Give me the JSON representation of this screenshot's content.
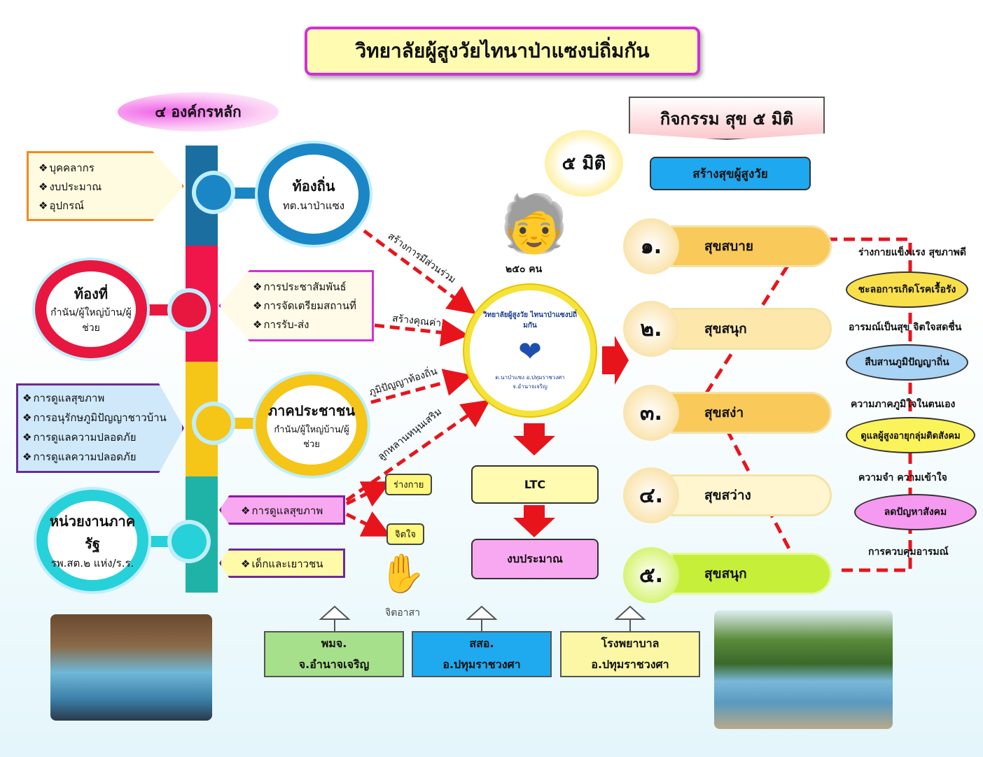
{
  "title": "วิทยาลัยผู้สูงวัยไทนาป่าแซงบ่ถิ่มกัน",
  "core_label": "๔ องค์กรหลัก",
  "activities_label": "กิจกรรม สุข ๕ มิติ",
  "five_dim_badge": "๕ มิติ",
  "build_happiness": "สร้างสุขผู้สูงวัย",
  "members": "๒๕๐ คน",
  "orgs": [
    {
      "title": "ท้องถิ่น",
      "sub": "ทต.นาป่าแซง",
      "color": "#1b86c6"
    },
    {
      "title": "ท้องที่",
      "sub": "กำนัน/ผู้ใหญ่บ้าน/ผู้ช่วย",
      "color": "#e8173f"
    },
    {
      "title": "ภาคประชาชน",
      "sub": "กำนัน/ผู้ใหญ่บ้าน/ผู้ช่วย",
      "color": "#f5c518"
    },
    {
      "title": "หน่วยงานภาครัฐ",
      "sub": "รพ.สต.๒ แห่ง/ร.ร.",
      "color": "#27d1d9"
    }
  ],
  "box_resources": [
    "บุคคลากร",
    "งบประมาณ",
    "อุปกรณ์"
  ],
  "box_pr": [
    "การประชาสัมพันธ์",
    "การจัดเตรียมสถานที่",
    "การรับ-ส่ง"
  ],
  "box_care": [
    "การดูแลสุขภาพ",
    "การอนุรักษภูมิปัญญาชาวบ้าน",
    "การดูแลความปลอดภัย",
    "การดูแลความปลอดภัย"
  ],
  "health_care": "การดูแลสุขภาพ",
  "youth": "เด็กและเยาวชน",
  "arrows": {
    "participation": "สร้างการมีส่วนร่วม",
    "value": "สร้างคุณค่า",
    "wisdom": "ภูมิปัญญาท้องถิ่น",
    "descendants": "ลูกหลานหนุนเสริม"
  },
  "body_tag": "ร่างกาย",
  "mind_tag": "จิตใจ",
  "volunteer": "จิตอาสา",
  "logo": {
    "top": "วิทยาลัยผู้สูงวัย ไทนาป่าแซงบ่ถิ่มกัน",
    "bottom": "ต.นาป่าแซง อ.ปทุมราชวงศา จ.อำนาจเจริญ"
  },
  "ltc": "LTC",
  "budget": "งบประมาณ",
  "dimensions": [
    {
      "num": "๑.",
      "label": "สุขสบาย",
      "color": "#f9c95a"
    },
    {
      "num": "๒.",
      "label": "สุขสนุก",
      "color": "#fde7ab"
    },
    {
      "num": "๓.",
      "label": "สุขสง่า",
      "color": "#f9c95a"
    },
    {
      "num": "๔.",
      "label": "สุขสว่าง",
      "color": "#fff6d0"
    },
    {
      "num": "๕.",
      "label": "สุขสนุก",
      "color": "#c6ef3a"
    }
  ],
  "outcomes": [
    {
      "text": "ร่างกายแข็งแรง สุขภาพดี"
    },
    {
      "ellipse": "ชะลอการเกิดโรคเรื้อรัง",
      "color": "#f9e04b"
    },
    {
      "text": "อารมณ์เป็นสุข จิตใจสดชื่น"
    },
    {
      "ellipse": "สืบสานภูมิปัญญาถิ่น",
      "color": "#a9d3f5"
    },
    {
      "text": "ความภาคภูมิใจในตนเอง"
    },
    {
      "ellipse": "ดูแลผู้สูงอายุกลุ่มติดสังคม",
      "color": "#fbf35a"
    },
    {
      "text": "ความจำ ความเข้าใจ"
    },
    {
      "ellipse": "ลดปัญหาสังคม",
      "color": "#f59af0"
    },
    {
      "text": "การควบคุมอารมณ์"
    }
  ],
  "partners": [
    {
      "l1": "พมจ.",
      "l2": "จ.อำนาจเจริญ",
      "color": "#a6e08a"
    },
    {
      "l1": "สสอ.",
      "l2": "อ.ปทุมราชวงศา",
      "color": "#1fa9ef"
    },
    {
      "l1": "โรงพยาบาล",
      "l2": "อ.ปทุมราชวงศา",
      "color": "#fbf7a4"
    }
  ]
}
